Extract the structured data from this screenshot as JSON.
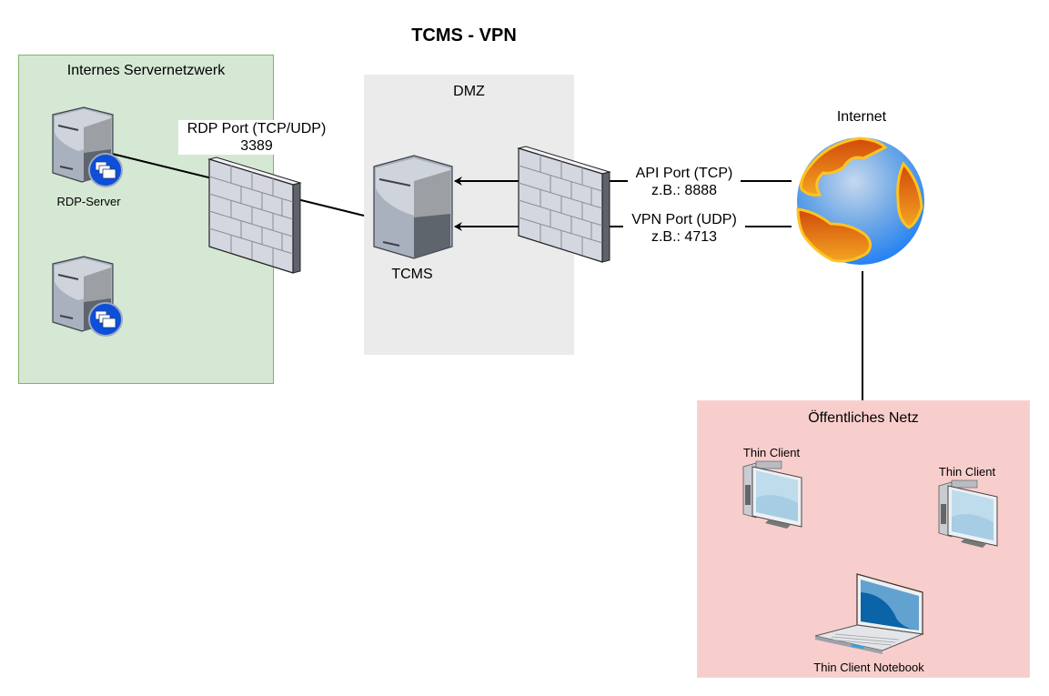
{
  "diagram": {
    "title": "TCMS - VPN",
    "zones": {
      "internal": {
        "label": "Internes Servernetzwerk",
        "color": "#d5e8d4",
        "border": "#82b366"
      },
      "dmz": {
        "label": "DMZ",
        "color": "#ebebeb"
      },
      "public": {
        "label": "Öffentliches Netz",
        "color": "#f8cecc"
      }
    },
    "nodes": {
      "rdp_server_1": {
        "label": "RDP-Server",
        "icon": "server-rdp-icon"
      },
      "rdp_server_2": {
        "label": "",
        "icon": "server-rdp-icon"
      },
      "firewall_internal": {
        "icon": "firewall-icon"
      },
      "tcms": {
        "label": "TCMS",
        "icon": "server-icon"
      },
      "firewall_dmz": {
        "icon": "firewall-icon"
      },
      "internet": {
        "label": "Internet",
        "icon": "globe-icon"
      },
      "thin_client_1": {
        "label": "Thin Client",
        "icon": "desktop-icon"
      },
      "thin_client_2": {
        "label": "Thin Client",
        "icon": "desktop-icon"
      },
      "thin_client_notebook": {
        "label": "Thin Client Notebook",
        "icon": "laptop-icon"
      }
    },
    "edges": {
      "rdp": {
        "line1": "RDP Port (TCP/UDP)",
        "line2": "3389"
      },
      "api": {
        "line1": "API Port (TCP)",
        "line2": "z.B.: 8888"
      },
      "vpn": {
        "line1": "VPN Port (UDP)",
        "line2": "z.B.: 4713"
      }
    }
  }
}
